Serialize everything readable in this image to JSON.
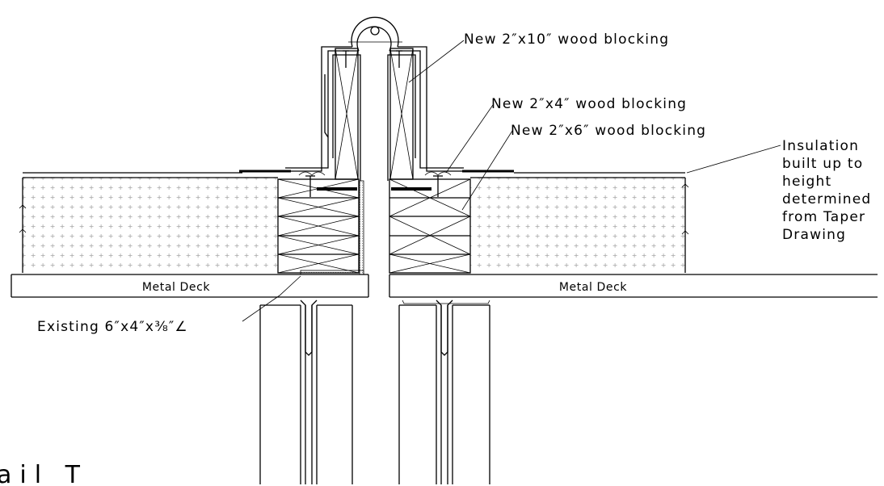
{
  "annotations": {
    "blocking_2x10": "New 2″x10″ wood blocking",
    "blocking_2x4": "New 2″x4″ wood blocking",
    "blocking_2x6": "New 2″x6″ wood blocking",
    "insulation_lines": [
      "Insulation",
      "built up to",
      "height",
      "determined",
      "from Taper",
      "Drawing"
    ],
    "deck_left": "Metal Deck",
    "deck_right": "Metal Deck",
    "angle": "Existing 6″x4″x⅜″∠"
  },
  "title": "ail T"
}
